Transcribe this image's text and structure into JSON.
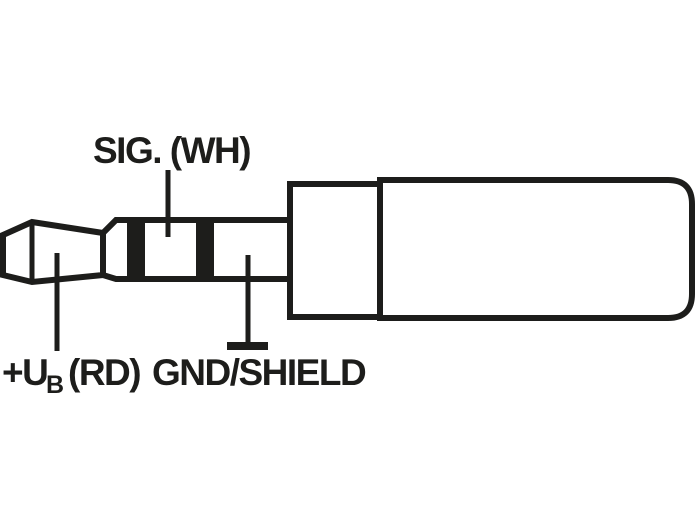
{
  "diagram": {
    "labels": {
      "signal": "SIG. (WH)",
      "supply_prefix": "+U",
      "supply_sub": "B",
      "supply_suffix": "(RD)",
      "ground": "GND/SHIELD"
    },
    "colors": {
      "line": "#1d1d1b",
      "band_fill": "#1d1d1b",
      "background": "#ffffff"
    }
  }
}
